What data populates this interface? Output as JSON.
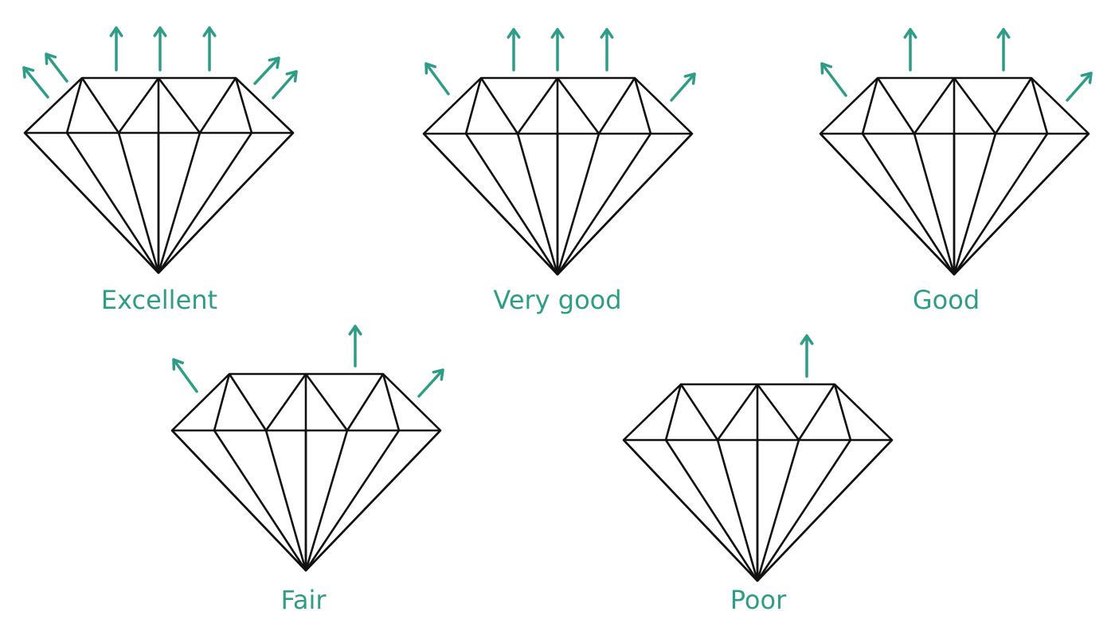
{
  "title": "Diamond cut grades and light return",
  "colors": {
    "arrow": "#2e9c86",
    "label": "#2e9c86",
    "outline": "#111111"
  },
  "grades": [
    {
      "label": "Excellent",
      "arrow_count": 7
    },
    {
      "label": "Very good",
      "arrow_count": 5
    },
    {
      "label": "Good",
      "arrow_count": 4
    },
    {
      "label": "Fair",
      "arrow_count": 3
    },
    {
      "label": "Poor",
      "arrow_count": 1
    }
  ]
}
